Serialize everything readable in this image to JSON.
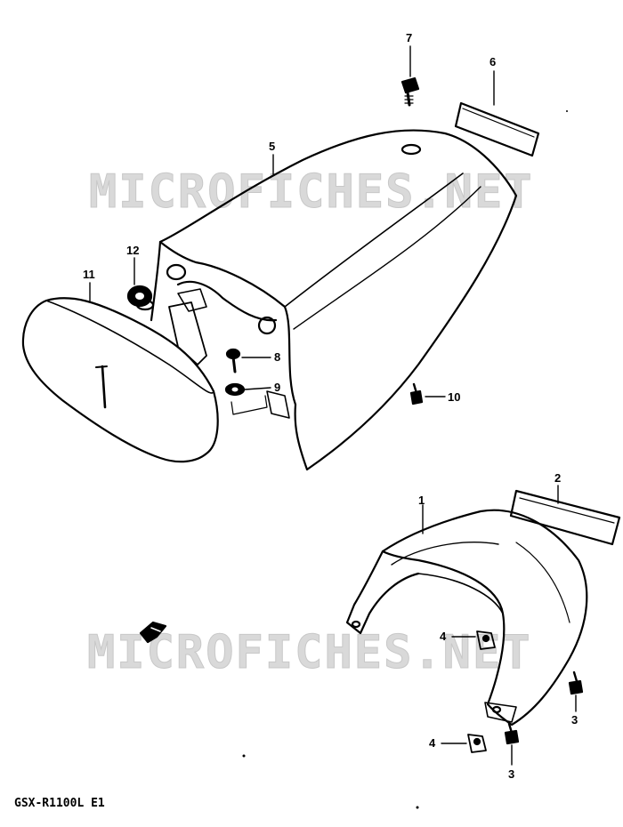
{
  "watermark": "MICROFICHES.NET",
  "model_label": "GSX-R1100L E1",
  "parts": {
    "p1": "1",
    "p2": "2",
    "p3a": "3",
    "p3b": "3",
    "p4a": "4",
    "p4b": "4",
    "p5": "5",
    "p6": "6",
    "p7": "7",
    "p8": "8",
    "p9": "9",
    "p10": "10",
    "p11": "11",
    "p12": "12"
  }
}
